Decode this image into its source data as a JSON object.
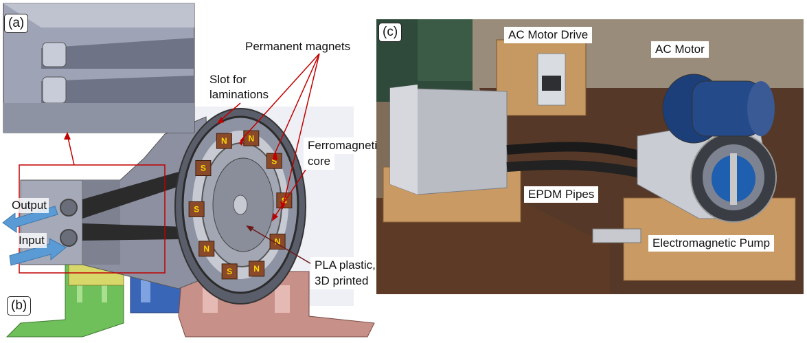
{
  "panels": {
    "a": "(a)",
    "b": "(b)",
    "c": "(c)"
  },
  "left_labels": {
    "permanent_magnets": "Permanent magnets",
    "slot_for_laminations_line1": "Slot for",
    "slot_for_laminations_line2": "laminations",
    "ferromagnetic_line1": "Ferromagnetic",
    "ferromagnetic_line2": "core",
    "output": "Output",
    "input": "Input",
    "pla_line1": "PLA plastic,",
    "pla_line2": "3D printed"
  },
  "magnet_letters": [
    "N",
    "S",
    "S",
    "N",
    "N",
    "S",
    "N",
    "S",
    "S",
    "N"
  ],
  "photo_labels": {
    "ac_motor_drive": "AC Motor Drive",
    "ac_motor": "AC Motor",
    "epdm_pipes": "EPDM Pipes",
    "electromagnetic_pump": "Electromagnetic Pump"
  },
  "colors": {
    "arrow_red": "#c00000",
    "arrow_blue": "#5b9bd5",
    "magnet_brown": "#8a4a2a",
    "magnet_text": "#ffd800"
  }
}
